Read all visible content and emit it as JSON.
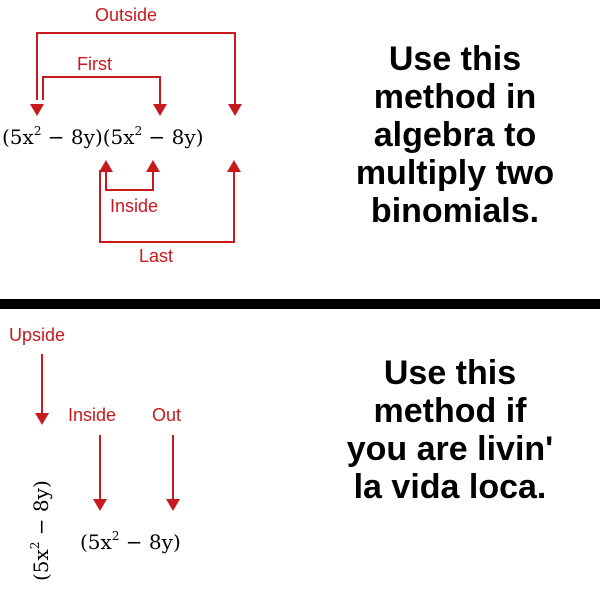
{
  "top": {
    "labels": {
      "outside": "Outside",
      "first": "First",
      "inside": "Inside",
      "last": "Last"
    },
    "expression": {
      "left_open": "(5x",
      "left_exp": "2",
      "left_close": " − 8y)(5x",
      "right_exp": "2",
      "right_close": " − 8y)"
    },
    "caption_lines": [
      "Use this",
      "method in",
      "algebra to",
      "multiply two",
      "binomials."
    ]
  },
  "bottom": {
    "labels": {
      "upside": "Upside",
      "inside": "Inside",
      "out": "Out"
    },
    "expression": {
      "rotated_open": "(5x",
      "rotated_exp": "2",
      "rotated_close": " − 8y)",
      "open": "(5x",
      "exp": "2",
      "close": " − 8y)"
    },
    "caption_lines": [
      "Use this",
      "method if",
      "you are livin'",
      "la vida loca."
    ]
  },
  "colors": {
    "arrow": "#c8191e",
    "text": "#000000",
    "divider": "#000000"
  }
}
